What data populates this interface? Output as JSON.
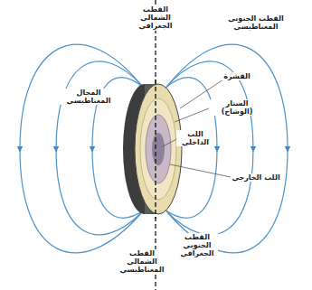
{
  "diagram": {
    "labels": [
      "القطب الشمالي الجغرافي",
      "القطب الجنوبي المغناطيسي",
      "المجال المغناطيسي",
      "القشرة",
      "الستار (الوشاح)",
      "اللب الداخلي",
      "اللب الخارجي",
      "القطب الجنوبي الجغرافي",
      "القطب الشمالي المغناطيسي"
    ]
  }
}
